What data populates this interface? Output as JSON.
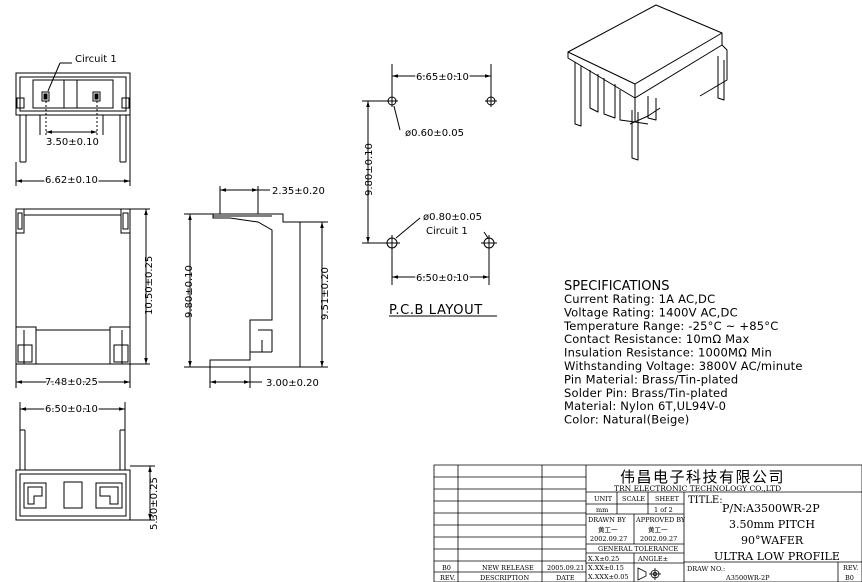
{
  "top_view": {
    "circuit_label": "Circuit 1",
    "pin_pitch": "3.50±0.10",
    "width": "6.62±0.10"
  },
  "front_view": {
    "height": "10.50±0.25",
    "width": "7.48±0.25"
  },
  "side_view": {
    "top_offset": "2.35±0.20",
    "overall_height": "9.80±0.10",
    "body_height": "9.51±0.20",
    "pin_length": "3.00±0.20"
  },
  "bottom_view": {
    "pin_span": "6.50±0.10",
    "height": "5.30±0.25"
  },
  "pcb_layout": {
    "title": "P.C.B LAYOUT",
    "top_spacing": "6.65±0.10",
    "small_hole": "ø0.60±0.05",
    "vertical_spacing": "9.80±0.10",
    "large_hole": "ø0.80±0.05",
    "circuit_label": "Circuit 1",
    "bottom_spacing": "6.50±0.10"
  },
  "specifications": {
    "heading": "SPECIFICATIONS",
    "lines": [
      "Current Rating: 1A AC,DC",
      "Voltage Rating: 1400V AC,DC",
      "Temperature Range: -25°C ~ +85°C",
      "Contact Resistance: 10mΩ Max",
      "Insulation Resistance: 1000MΩ Min",
      "Withstanding Voltage: 3800V AC/minute",
      "Pin Material: Brass/Tin-plated",
      "Solder Pin: Brass/Tin-plated",
      "Material: Nylon 6T,UL94V-0",
      "Color: Natural(Beige)"
    ]
  },
  "title_block": {
    "company_cn": "伟昌电子科技有限公司",
    "company_en": "TRN ELECTRONIC TECHNOLOGY CO.,LTD",
    "title_label": "TITLE:",
    "part_number": "P/N:A3500WR-2P",
    "pitch": "3.50mm PITCH",
    "angle": "90°WAFER",
    "profile": "ULTRA LOW PROFILE",
    "unit_label": "UNIT",
    "unit_value": "mm",
    "scale_label": "SCALE",
    "sheet_label": "SHEET",
    "sheet_value": "1 of 2",
    "drawn_by_label": "DRAWN BY",
    "approved_by_label": "APPROVED BY",
    "drawn_by_name": "黄工一",
    "approved_by_name": "黄工一",
    "drawn_date": "2002.09.27",
    "approved_date": "2002.09.27",
    "general_tolerance": "GENERAL TOLERANCE",
    "tol_1": "X.X±0.25",
    "tol_2": "X.XX±0.15",
    "tol_3": "X.XXX±0.05",
    "angle_label": "ANGLE±",
    "rev_code": "B0",
    "rev_desc": "NEW RELEASE",
    "rev_date": "2005.09.21",
    "rev_header": "REV.",
    "desc_header": "DESCRIPTION",
    "date_header": "DATE",
    "draw_no_label": "DRAW NO.:",
    "draw_no": "A3500WR-2P",
    "rev_label": "REV.",
    "rev_value": "B0"
  }
}
